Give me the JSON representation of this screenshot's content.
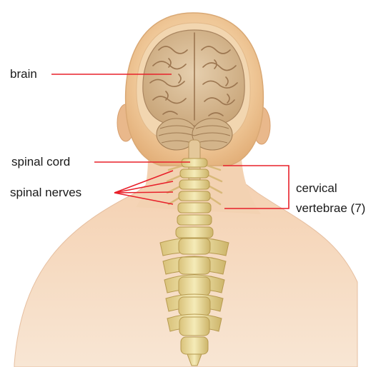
{
  "labels": {
    "brain": "brain",
    "spinal_cord": "spinal cord",
    "spinal_nerves": "spinal nerves",
    "cervical_line1": "cervical",
    "cervical_line2": "vertebrae (7)"
  },
  "colors": {
    "leader_line": "#e8202a",
    "skin": "#f6dcc2",
    "head_skin": "#f0cc9e",
    "brain": "#d8bd96",
    "bone": "#efe2a6",
    "label_text": "#1a1a1a"
  }
}
